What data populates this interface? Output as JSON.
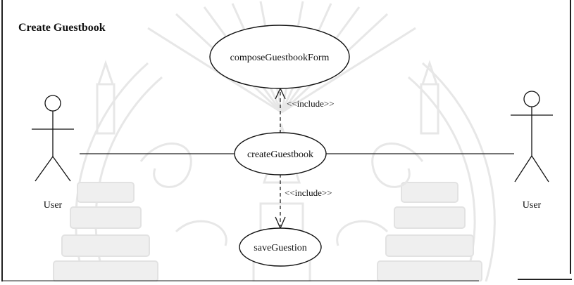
{
  "diagram": {
    "title": "Create Guestbook",
    "actors": [
      {
        "id": "actor-left",
        "label": "User"
      },
      {
        "id": "actor-right",
        "label": "User"
      }
    ],
    "use_cases": [
      {
        "id": "composeGuestbookForm",
        "label": "composeGuestbookForm"
      },
      {
        "id": "createGuestbook",
        "label": "createGuestbook"
      },
      {
        "id": "saveGuestion",
        "label": "saveGuestion"
      }
    ],
    "relations": [
      {
        "from": "createGuestbook",
        "to": "composeGuestbookForm",
        "label": "<<include>>"
      },
      {
        "from": "createGuestbook",
        "to": "saveGuestion",
        "label": "<<include>>"
      }
    ]
  }
}
